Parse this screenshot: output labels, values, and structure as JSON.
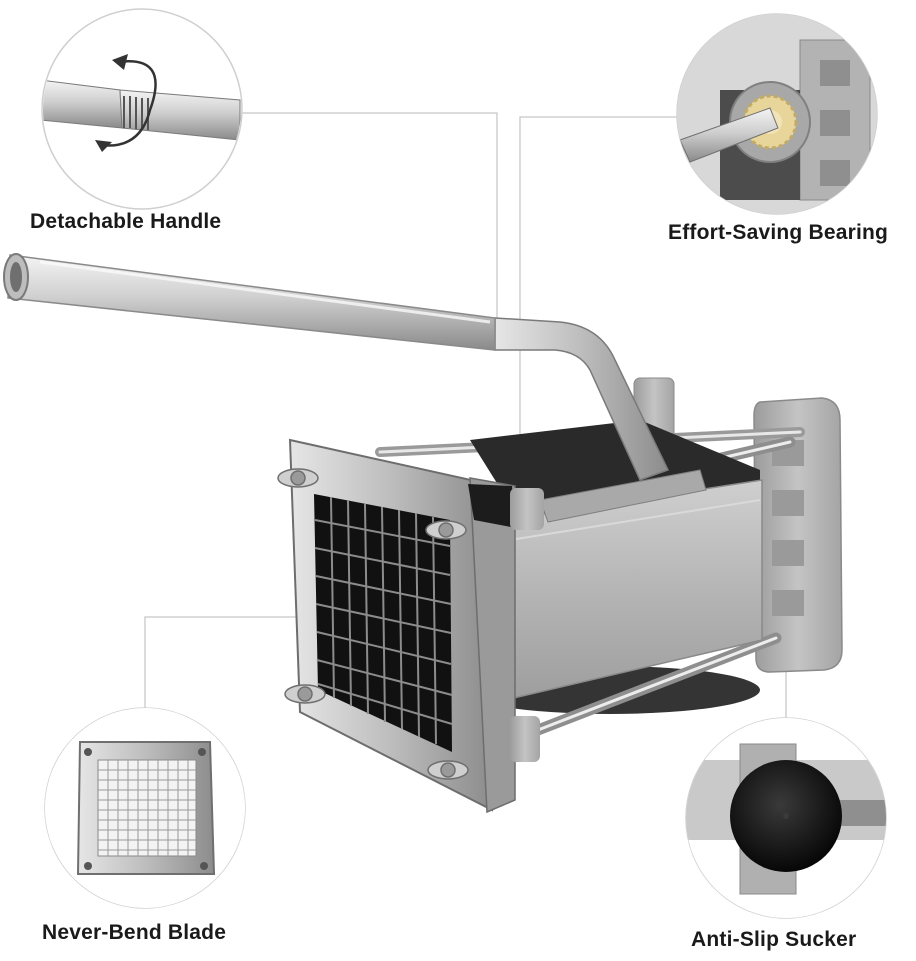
{
  "callouts": {
    "handle": {
      "label": "Detachable Handle"
    },
    "bearing": {
      "label": "Effort-Saving Bearing"
    },
    "blade": {
      "label": "Never-Bend Blade"
    },
    "sucker": {
      "label": "Anti-Slip Sucker"
    }
  },
  "colors": {
    "steel": "#c9c9c9",
    "steel_dark": "#8d8d8d",
    "plastic_gray": "#b3b3b3",
    "blade_black": "#151515",
    "leader_line": "#c8c8c8",
    "bearing_gear": "#e8d59a"
  }
}
